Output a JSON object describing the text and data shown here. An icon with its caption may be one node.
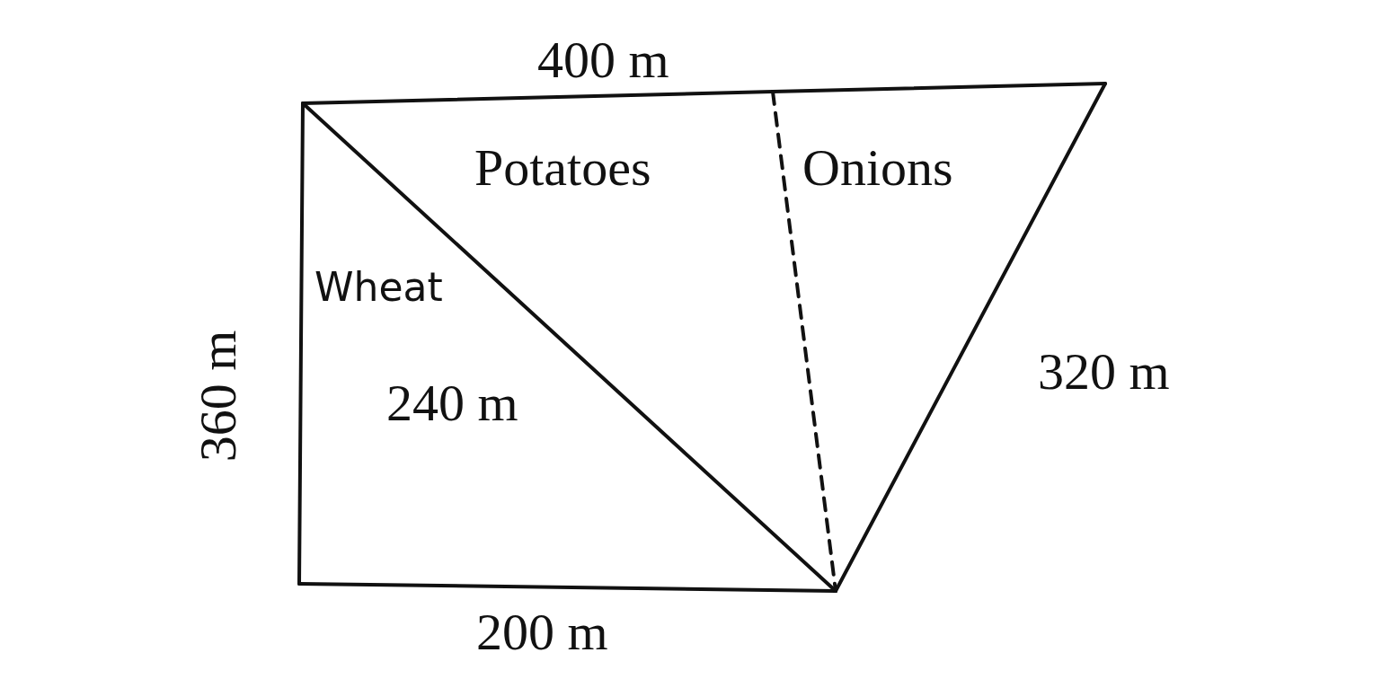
{
  "diagram": {
    "nodes": [
      {
        "text": [
          "Wheat"
        ]
      },
      {
        "text": [
          "Potatoes"
        ]
      },
      {
        "text": [
          "Onions"
        ]
      }
    ],
    "labels": [
      "400 m",
      "360 m",
      "240 m",
      "320 m",
      "200 m"
    ]
  }
}
